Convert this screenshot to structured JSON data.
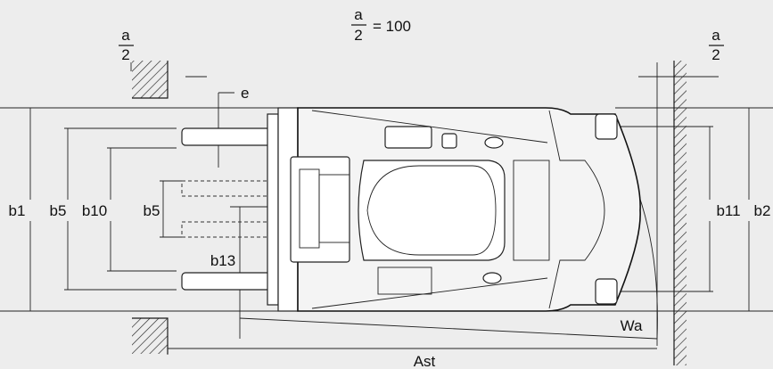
{
  "scale_note": {
    "numerator": "a",
    "denominator": "2",
    "value": "= 100"
  },
  "left_clearance": {
    "numerator": "a",
    "denominator": "2"
  },
  "right_clearance": {
    "numerator": "a",
    "denominator": "2"
  },
  "labels": {
    "e": "e",
    "b1": "b1",
    "b5_outer": "b5",
    "b10": "b10",
    "b5_inner": "b5",
    "b13": "b13",
    "b11": "b11",
    "b2": "b2",
    "wa": "Wa",
    "ast": "Ast"
  }
}
